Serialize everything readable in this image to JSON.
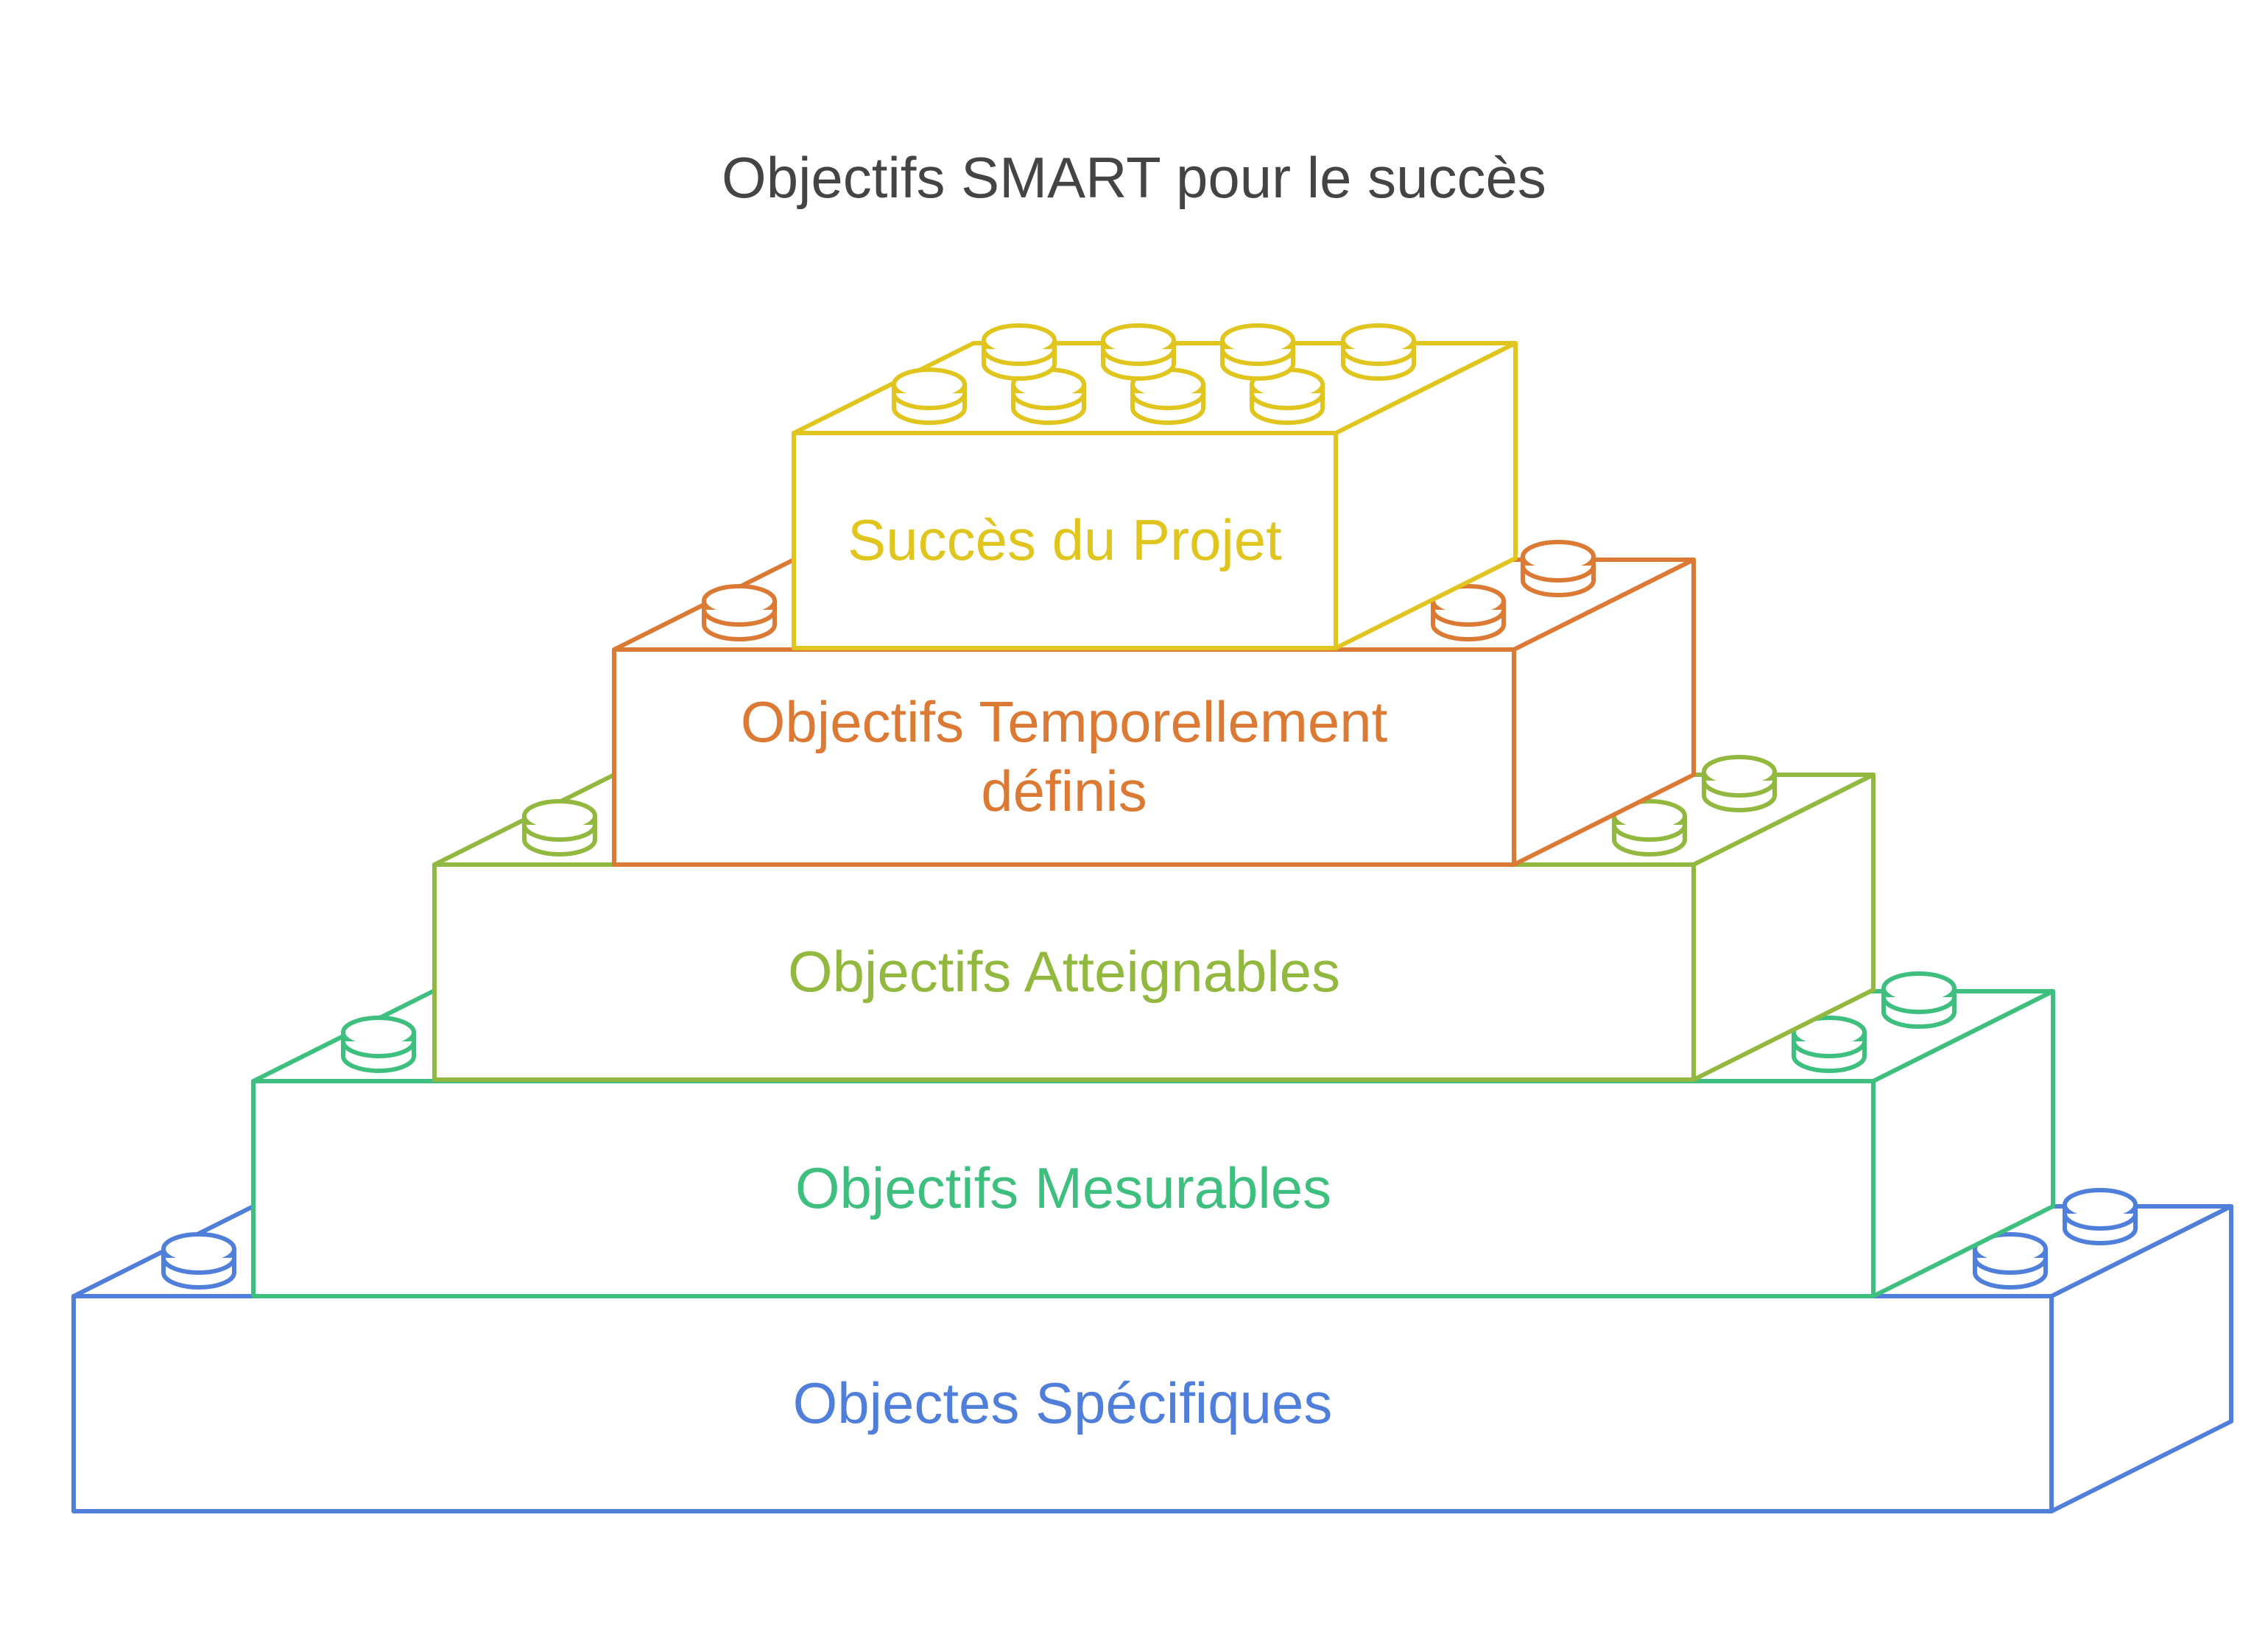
{
  "title": "Objectifs SMART pour le succès",
  "blocks": [
    {
      "id": "specific",
      "label_lines": [
        "Objectes Spécifiques"
      ],
      "color": "#4f7fd9"
    },
    {
      "id": "measurable",
      "label_lines": [
        "Objectifs Mesurables"
      ],
      "color": "#3fbf7f"
    },
    {
      "id": "achievable",
      "label_lines": [
        "Objectifs Atteignables"
      ],
      "color": "#93b83f"
    },
    {
      "id": "timebound",
      "label_lines": [
        "Objectifs Temporellement",
        "définis"
      ],
      "color": "#db7a34"
    },
    {
      "id": "success",
      "label_lines": [
        "Succès du Projet"
      ],
      "color": "#e0c51f"
    }
  ]
}
